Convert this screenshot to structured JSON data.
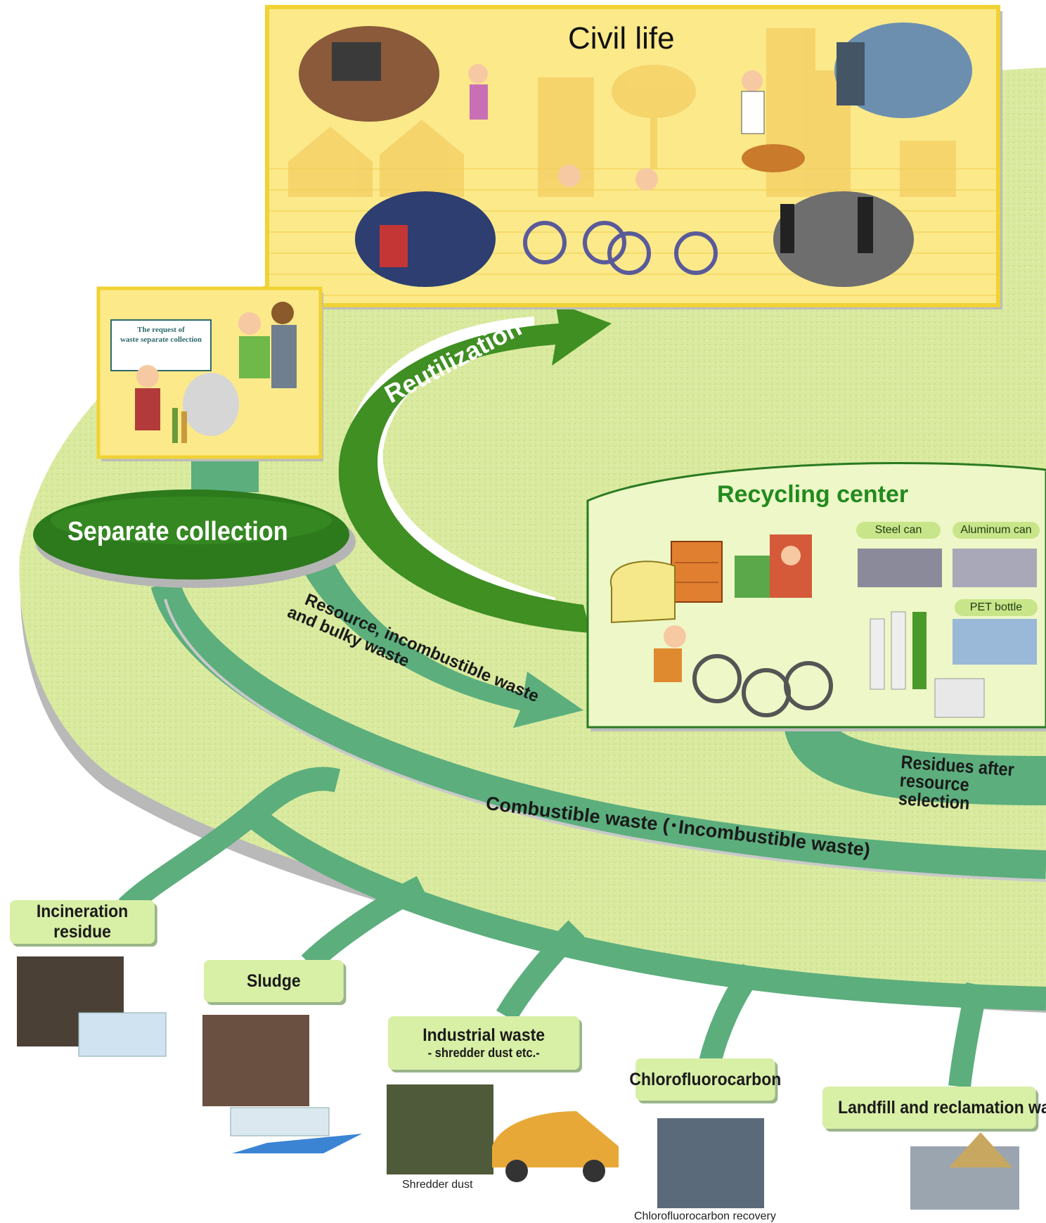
{
  "civil_life": {
    "title": "Civil life"
  },
  "flyer": {
    "line1": "The request of",
    "line2": "waste separate collection"
  },
  "separate_collection": {
    "label": "Separate collection"
  },
  "reutilization": {
    "label": "Reutilization"
  },
  "recycling_center": {
    "title": "Recycling center",
    "items": {
      "steel_can": "Steel can",
      "aluminum_can": "Aluminum can",
      "pet_bottle": "PET bottle"
    }
  },
  "flows": {
    "resource_line1": "Resource, incombustible waste",
    "resource_line2": "and bulky waste",
    "residues_line1": "Residues after",
    "residues_line2": "resource selection",
    "combustible": "Combustible waste (･Incombustible waste)"
  },
  "categories": {
    "incineration_residue": "Incineration residue",
    "sludge": "Sludge",
    "industrial_waste": "Industrial waste",
    "industrial_waste_sub": "- shredder dust etc.-",
    "chlorofluorocarbon": "Chlorofluorocarbon",
    "landfill": "Landfill and reclamation was"
  },
  "captions": {
    "shredder_dust": "Shredder dust",
    "cfc_recovery": "Chlorofluorocarbon recovery"
  },
  "colors": {
    "band_light": "#d6e89d",
    "band_teal": "#5fae7e",
    "band_dark_green": "#2f7d1e",
    "civil_frame": "#f2d63a",
    "civil_fill": "#fbed8c",
    "recycling_fill": "#e9f5c2",
    "recycling_border": "#2a7a22"
  }
}
